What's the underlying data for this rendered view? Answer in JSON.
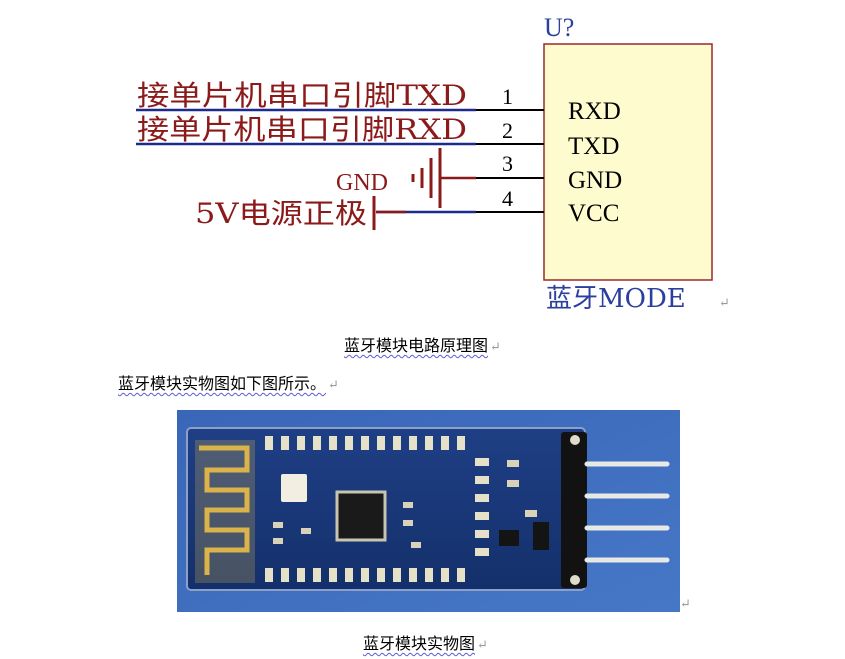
{
  "schematic": {
    "ref": "U?",
    "module_label": "蓝牙MODE",
    "pins": [
      {
        "num": "1",
        "name": "RXD",
        "net": "接单片机串口引脚TXD"
      },
      {
        "num": "2",
        "name": "TXD",
        "net": "接单片机串口引脚RXD"
      },
      {
        "num": "3",
        "name": "GND",
        "net": "GND"
      },
      {
        "num": "4",
        "name": "VCC",
        "net": "5V电源正极"
      }
    ],
    "colors": {
      "net_text": "#8b1a1a",
      "wire_blue": "#1c2a8c",
      "wire_red": "#8b1a1a",
      "label_blue": "#2a3f9e",
      "box_fill": "#fefccf",
      "box_border": "#9b2a2a"
    }
  },
  "captions": {
    "schematic_caption": "蓝牙模块电路原理图",
    "intro_text": "蓝牙模块实物图如下图所示。",
    "photo_caption": "蓝牙模块实物图"
  },
  "paragraph_mark": "↵"
}
